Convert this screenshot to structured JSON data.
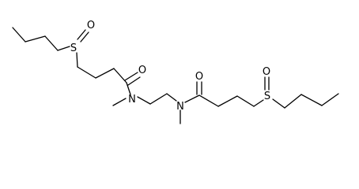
{
  "molecule": {
    "atoms": {
      "s_left": "S",
      "o_left_sulfinyl": "O",
      "o_left_carbonyl": "O",
      "n_left": "N",
      "n_right": "N",
      "o_right_carbonyl": "O",
      "o_right_sulfinyl": "O",
      "s_right": "S"
    },
    "colors": {
      "bond": "#000000",
      "label": "#000000",
      "background": "#ffffff"
    }
  }
}
